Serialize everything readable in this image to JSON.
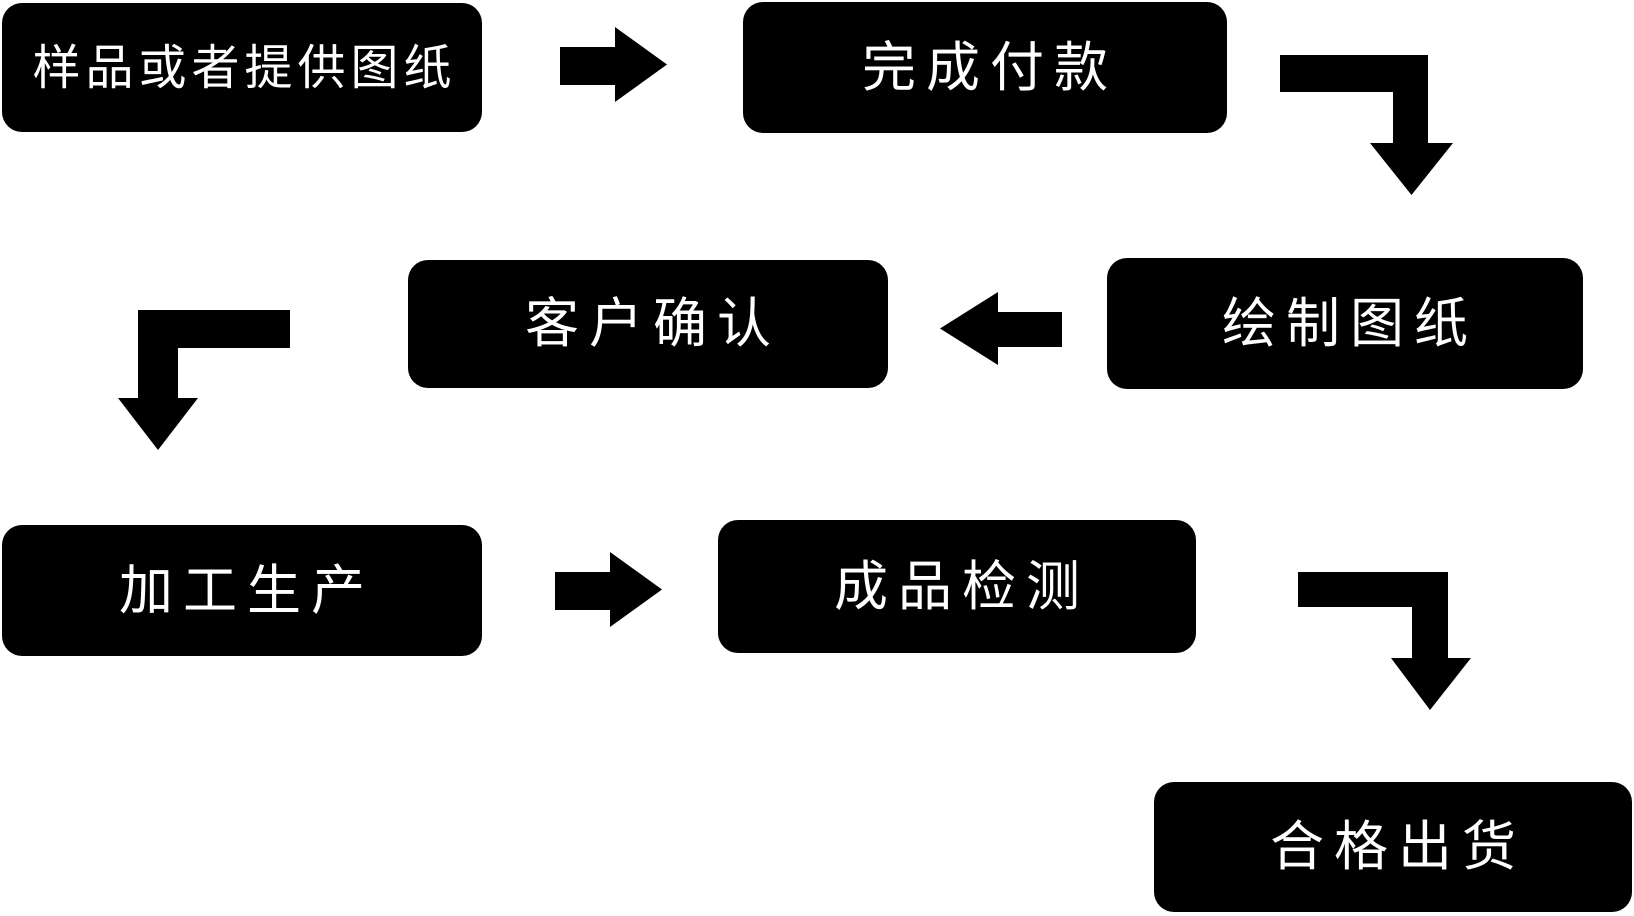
{
  "flowchart": {
    "nodes": [
      {
        "id": "step1",
        "label": "样品或者提供图纸"
      },
      {
        "id": "step2",
        "label": "完成付款"
      },
      {
        "id": "step3",
        "label": "绘制图纸"
      },
      {
        "id": "step4",
        "label": "客户确认"
      },
      {
        "id": "step5",
        "label": "加工生产"
      },
      {
        "id": "step6",
        "label": "成品检测"
      },
      {
        "id": "step7",
        "label": "合格出货"
      }
    ],
    "connections": [
      {
        "from": "样品或者提供图纸",
        "to": "完成付款",
        "arrow": "right"
      },
      {
        "from": "完成付款",
        "to": "绘制图纸",
        "arrow": "elbow-right-down"
      },
      {
        "from": "绘制图纸",
        "to": "客户确认",
        "arrow": "left"
      },
      {
        "from": "客户确认",
        "to": "加工生产",
        "arrow": "elbow-left-down"
      },
      {
        "from": "加工生产",
        "to": "成品检测",
        "arrow": "right"
      },
      {
        "from": "成品检测",
        "to": "合格出货",
        "arrow": "elbow-right-down"
      }
    ],
    "colors": {
      "node_background": "#000000",
      "node_text": "#ffffff",
      "arrow": "#000000",
      "page_background": "#ffffff"
    }
  }
}
